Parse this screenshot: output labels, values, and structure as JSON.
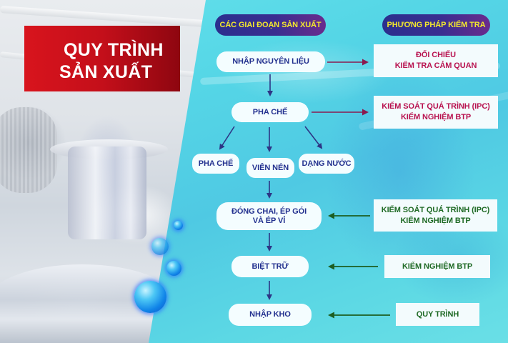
{
  "title": {
    "line1": "QUY TRÌNH",
    "line2": "SẢN XUẤT"
  },
  "headers": {
    "stages": "CÁC GIAI ĐOẠN SẢN XUẤT",
    "methods": "PHƯƠNG PHÁP KIỂM TRA"
  },
  "stages": {
    "raw_material": "NHẬP NGUYÊN LIỆU",
    "mixing": "PHA CHẾ",
    "sub_mixing": "PHA CHẾ",
    "tablets": "VIÊN NÉN",
    "liquid": "DẠNG NƯỚC",
    "packaging_line1": "ĐÓNG CHAI, ÉP GÓI",
    "packaging_line2": "VÀ ÉP VỈ",
    "quarantine": "BIỆT TRỮ",
    "warehouse": "NHẬP KHO"
  },
  "methods": {
    "m1_line1": "ĐỐI CHIẾU",
    "m1_line2": "KIỂM TRA CẢM QUAN",
    "m2_line1": "KIỂM SOÁT QUÁ TRÌNH (IPC)",
    "m2_line2": "KIỂM NGHIỆM BTP",
    "m3_line1": "KIỂM SOÁT QUÁ TRÌNH (IPC)",
    "m3_line2": "KIỂM NGHIỆM BTP",
    "m4": "KIỂM NGHIỆM BTP",
    "m5": "QUY TRÌNH"
  },
  "colors": {
    "title_red": "#d8141d",
    "header_navy": "#2b2f8e",
    "header_purple": "#6a2b8d",
    "header_text_yellow": "#f3e82d",
    "node_text_navy": "#23318f",
    "method_text_crimson": "#b8124f",
    "method_text_green": "#1f6a25",
    "flow_arrow_navy": "#2d3585",
    "outgoing_arrow_maroon": "#8a1a4f",
    "incoming_arrow_green": "#1d5e22",
    "background_cyan": "#55d6e6"
  }
}
